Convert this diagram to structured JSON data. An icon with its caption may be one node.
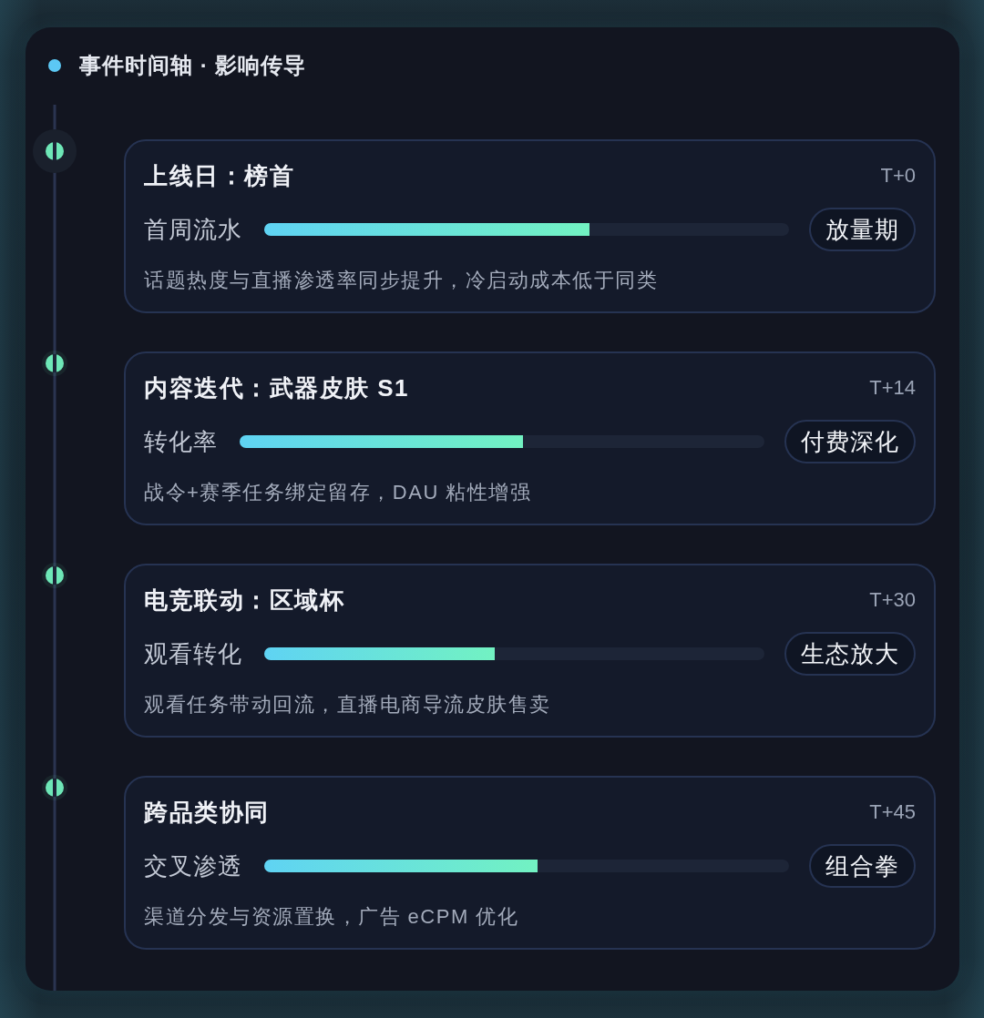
{
  "diagram": {
    "nodes": [
      {
        "text": [
          "事件时间轴 · 影响传导"
        ]
      },
      {
        "text": [
          "上线日：榜首",
          "T+0",
          "首周流水",
          "话题热度与直播渗透率同步提升，冷启动成本低于同类"
        ],
        "in": 0
      },
      {
        "text": [
          "放量期"
        ],
        "in": 1
      },
      {
        "text": [
          "内容迭代：武器皮肤 S1",
          "T+14",
          "转化率",
          "战令+赛季任务绑定留存，DAU 粘性增强"
        ],
        "in": 0
      },
      {
        "text": [
          "付费深化"
        ],
        "in": 3
      },
      {
        "text": [
          "电竞联动：区域杯",
          "T+30",
          "观看转化",
          "观看任务带动回流，直播电商导流皮肤售卖"
        ],
        "in": 0
      },
      {
        "text": [
          "生态放大"
        ],
        "in": 5
      },
      {
        "text": [
          "跨品类协同",
          "T+45",
          "交叉渗透",
          "渠道分发与资源置换，广告 eCPM 优化"
        ],
        "in": 0
      },
      {
        "text": [
          "组合拳"
        ],
        "in": 7
      }
    ]
  }
}
